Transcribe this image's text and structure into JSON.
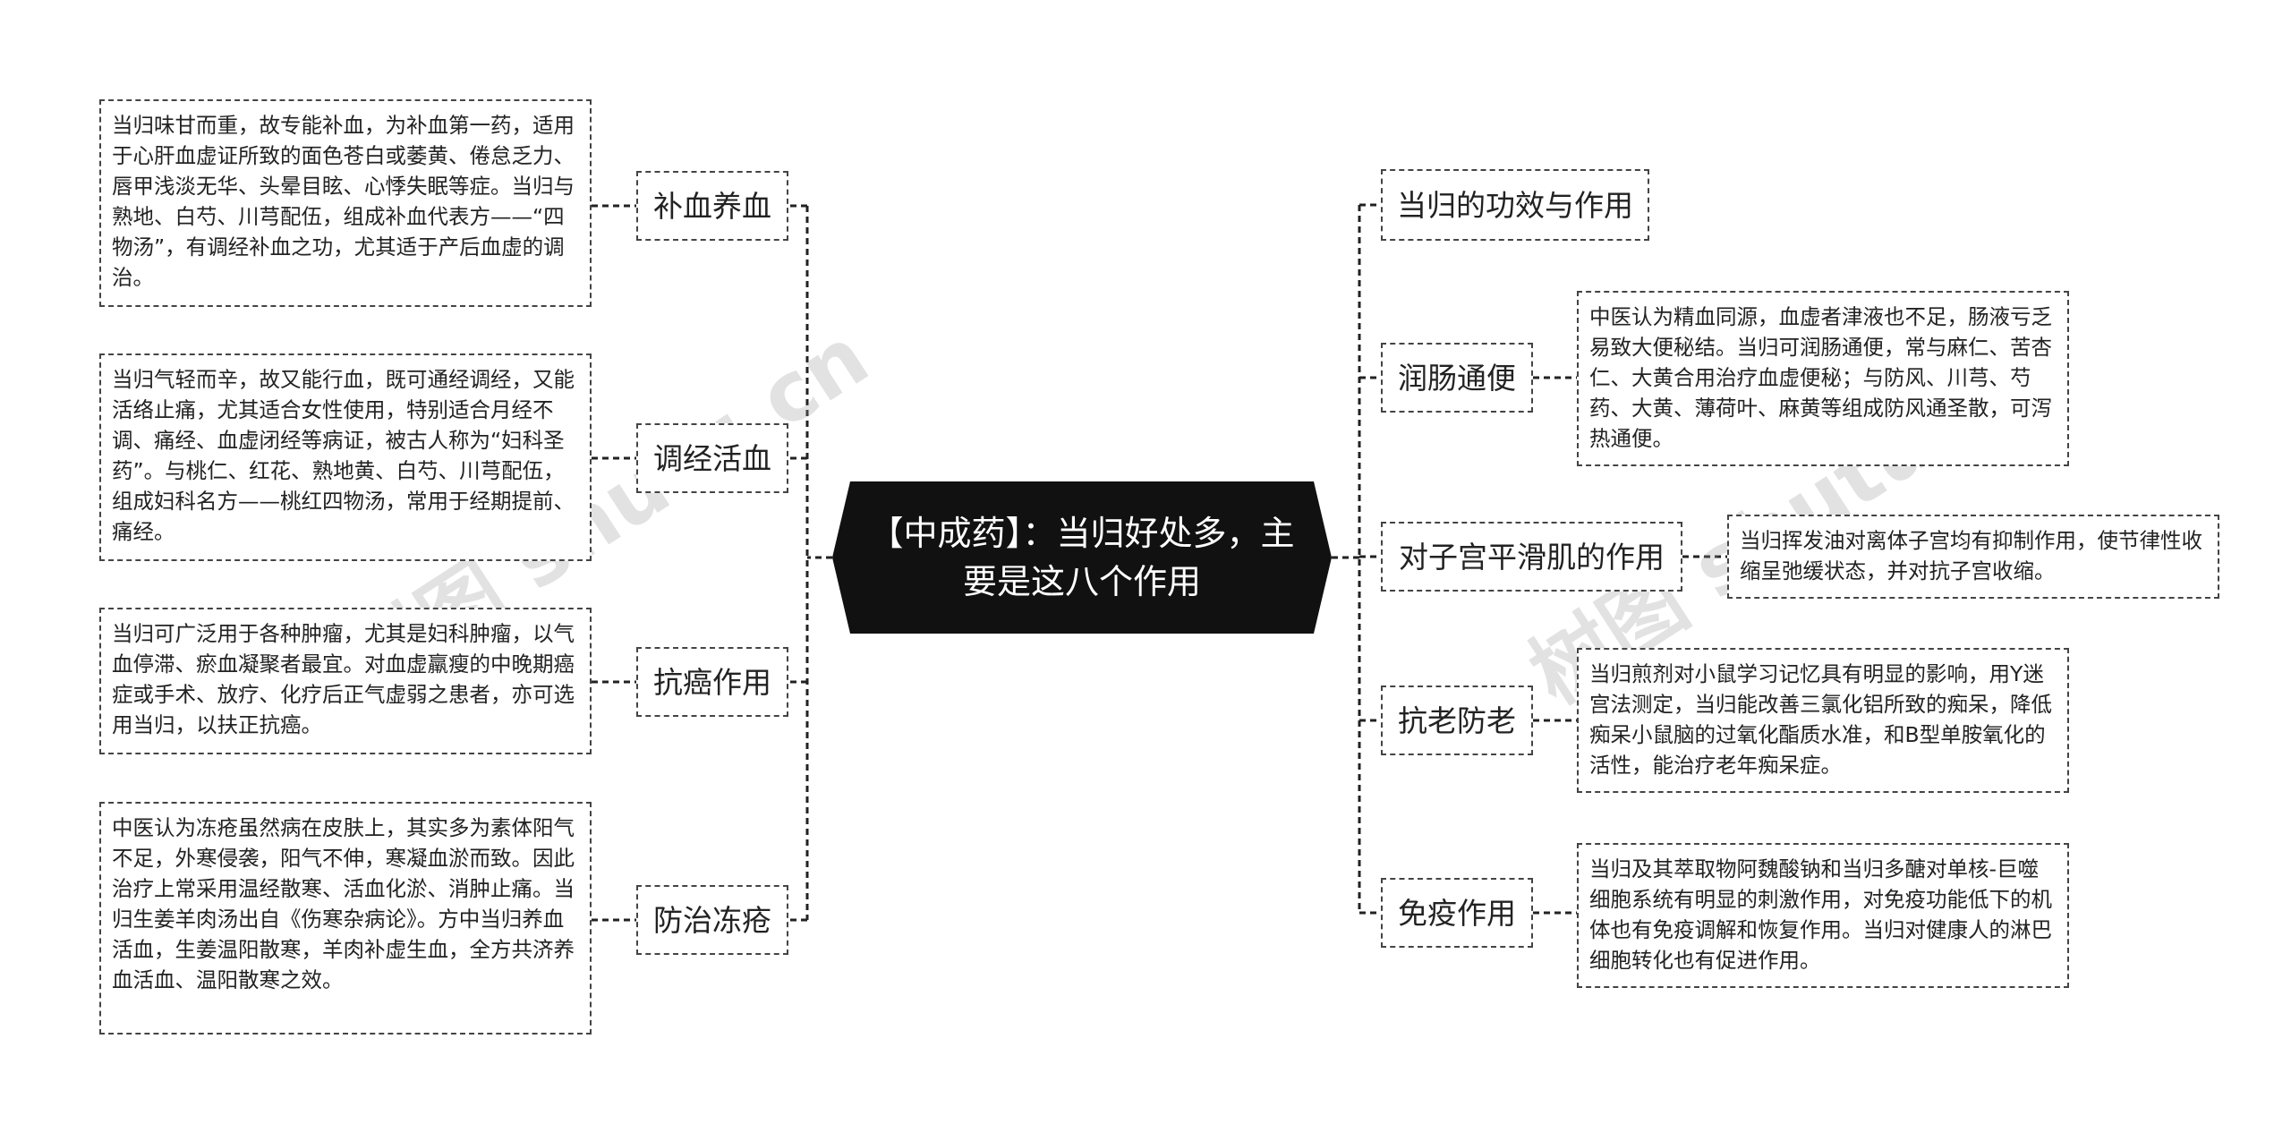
{
  "root": {
    "title": "【中成药】：当归好处多，主要是这八个作用"
  },
  "left": [
    {
      "label": "补血养血",
      "text": "当归味甘而重，故专能补血，为补血第一药，适用于心肝血虚证所致的面色苍白或萎黄、倦怠乏力、唇甲浅淡无华、头晕目眩、心悸失眠等症。当归与熟地、白芍、川芎配伍，组成补血代表方——“四物汤”，有调经补血之功，尤其适于产后血虚的调治。"
    },
    {
      "label": "调经活血",
      "text": "当归气轻而辛，故又能行血，既可通经调经，又能活络止痛，尤其适合女性使用，特别适合月经不调、痛经、血虚闭经等病证，被古人称为“妇科圣药”。与桃仁、红花、熟地黄、白芍、川芎配伍，组成妇科名方——桃红四物汤，常用于经期提前、痛经。"
    },
    {
      "label": "抗癌作用",
      "text": "当归可广泛用于各种肿瘤，尤其是妇科肿瘤，以气血停滞、瘀血凝聚者最宜。对血虚羸瘦的中晚期癌症或手术、放疗、化疗后正气虚弱之患者，亦可选用当归，以扶正抗癌。"
    },
    {
      "label": "防治冻疮",
      "text": "中医认为冻疮虽然病在皮肤上，其实多为素体阳气不足，外寒侵袭，阳气不伸，寒凝血淤而致。因此治疗上常采用温经散寒、活血化淤、消肿止痛。当归生姜羊肉汤出自《伤寒杂病论》。方中当归养血活血，生姜温阳散寒，羊肉补虚生血，全方共济养血活血、温阳散寒之效。"
    }
  ],
  "right": [
    {
      "label": "当归的功效与作用",
      "text": ""
    },
    {
      "label": "润肠通便",
      "text": "中医认为精血同源，血虚者津液也不足，肠液亏乏易致大便秘结。当归可润肠通便，常与麻仁、苦杏仁、大黄合用治疗血虚便秘；与防风、川芎、芍药、大黄、薄荷叶、麻黄等组成防风通圣散，可泻热通便。"
    },
    {
      "label": "对子宫平滑肌的作用",
      "text": "当归挥发油对离体子宫均有抑制作用，使节律性收缩呈弛缓状态，并对抗子宫收缩。"
    },
    {
      "label": "抗老防老",
      "text": "当归煎剂对小鼠学习记忆具有明显的影响，用Y迷宫法测定，当归能改善三氯化铝所致的痴呆，降低痴呆小鼠脑的过氧化酯质水准，和B型单胺氧化的活性，能治疗老年痴呆症。"
    },
    {
      "label": "免疫作用",
      "text": "当归及其萃取物阿魏酸钠和当归多醣对单核-巨噬细胞系统有明显的刺激作用，对免疫功能低下的机体也有免疫调解和恢复作用。当归对健康人的淋巴细胞转化也有促进作用。"
    }
  ],
  "watermarks": [
    "树图 shutu.cn",
    "树图 shutu.cn"
  ]
}
